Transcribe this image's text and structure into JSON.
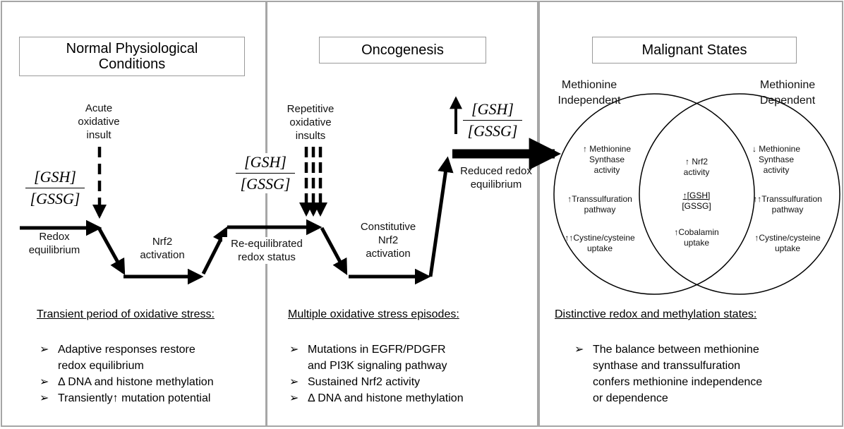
{
  "panels": {
    "normal": {
      "title": "Normal Physiological\nConditions",
      "ratio": {
        "num": "[GSH]",
        "den": "[GSSG]"
      },
      "insult_label": "Acute\noxidative\ninsult",
      "redox_label": "Redox\nequilibrium",
      "nrf2_label": "Nrf2\nactivation",
      "heading": "Transient period of oxidative stress:",
      "bullets": [
        "Adaptive responses restore\nredox equilibrium",
        "Δ DNA and histone methylation",
        "Transiently↑ mutation potential"
      ]
    },
    "onco": {
      "title": "Oncogenesis",
      "ratio": {
        "num": "[GSH]",
        "den": "[GSSG]"
      },
      "reequil_label": "Re-equilibrated\nredox status",
      "insults_label": "Repetitive\noxidative\ninsults",
      "constitutive_label": "Constitutive\nNrf2\nactivation",
      "up_ratio": {
        "num": "[GSH]",
        "den": "[GSSG]"
      },
      "reduced_label": "Reduced redox\nequilibrium",
      "heading": "Multiple oxidative stress episodes:",
      "bullets": [
        "Mutations in EGFR/PDGFR\nand PI3K signaling pathway",
        "Sustained Nrf2 activity",
        "Δ DNA and histone methylation"
      ]
    },
    "malignant": {
      "title": "Malignant States",
      "left_label": "Methionine\nIndependent",
      "right_label": "Methionine\nDependent",
      "left_items": [
        "↑ Methionine\nSynthase\nactivity",
        "↑Transsulfuration\npathway",
        "↑↑Cystine/cysteine\nuptake"
      ],
      "center_items": {
        "nrf2": "↑ Nrf2\nactivity",
        "ratio_prefix": "↑",
        "ratio_num": "[GSH]",
        "ratio_den": "[GSSG]",
        "cobalamin": "↑Cobalamin\nuptake"
      },
      "right_items": [
        "↓ Methionine\nSynthase\nactivity",
        "↑↑Transsulfuration\npathway",
        "↑Cystine/cysteine\nuptake"
      ],
      "heading": "Distinctive redox and methylation  states:",
      "bullets": [
        "The balance between methionine\nsynthase  and transsulfuration\nconfers methionine independence\nor dependence"
      ]
    }
  },
  "bullet_marker": "➢",
  "colors": {
    "panel_border": "#a6a6a6",
    "box_border": "#9a9a9a",
    "arrow": "#000000"
  }
}
